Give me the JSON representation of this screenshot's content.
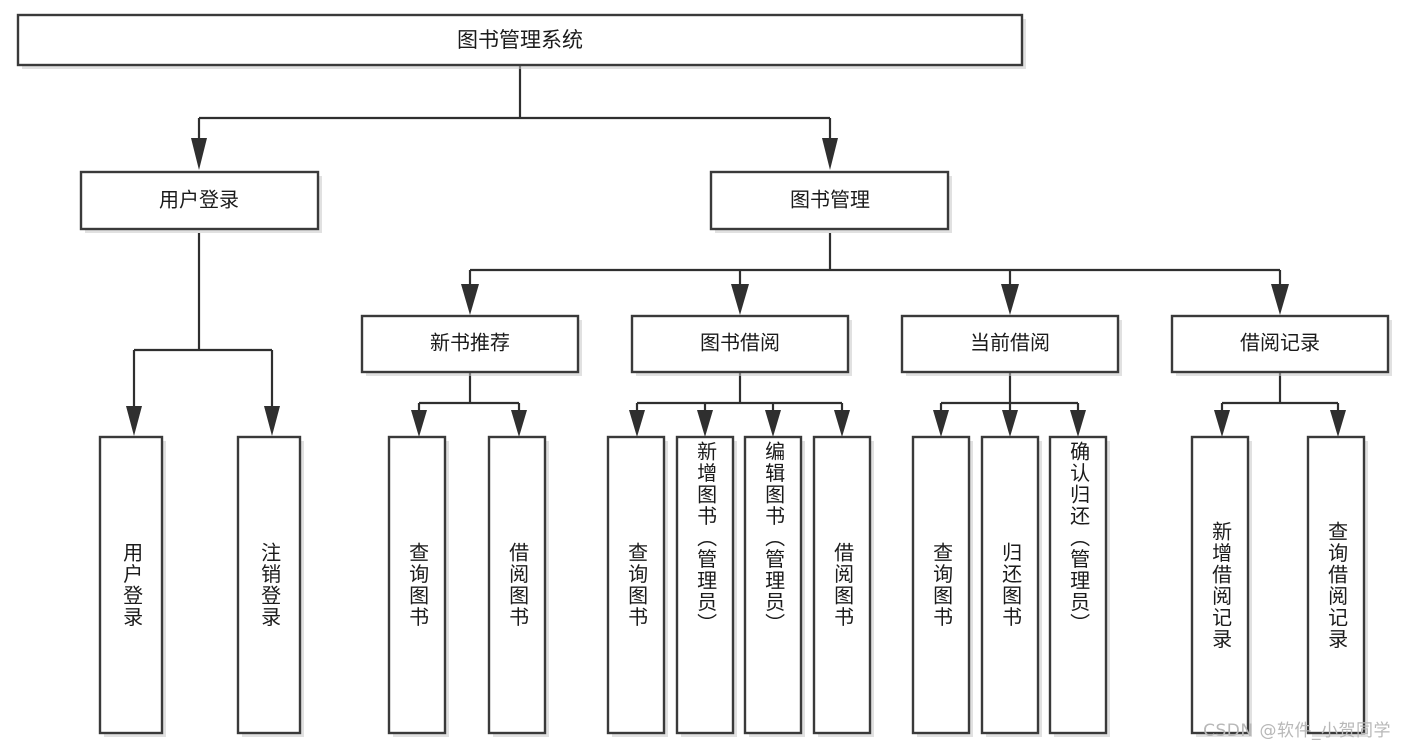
{
  "diagram": {
    "type": "tree-hierarchy-chart",
    "title_node": {
      "label": "图书管理系统"
    },
    "level2": [
      {
        "id": "user-login",
        "label": "用户登录"
      },
      {
        "id": "book-manage",
        "label": "图书管理"
      }
    ],
    "level3": [
      {
        "id": "new-book-rec",
        "label": "新书推荐",
        "parent": "book-manage"
      },
      {
        "id": "book-borrow",
        "label": "图书借阅",
        "parent": "book-manage"
      },
      {
        "id": "current-borrow",
        "label": "当前借阅",
        "parent": "book-manage"
      },
      {
        "id": "borrow-record",
        "label": "借阅记录",
        "parent": "book-manage"
      }
    ],
    "leaves": {
      "user-login": [
        {
          "id": "leaf-user-login",
          "label": "用户登录"
        },
        {
          "id": "leaf-logout-login",
          "label": "注销登录"
        }
      ],
      "new-book-rec": [
        {
          "id": "leaf-query-book-1",
          "label": "查询图书"
        },
        {
          "id": "leaf-borrow-book-1",
          "label": "借阅图书"
        }
      ],
      "book-borrow": [
        {
          "id": "leaf-query-book-2",
          "label": "查询图书"
        },
        {
          "id": "leaf-add-book-admin",
          "label": "新增图书（管理员）"
        },
        {
          "id": "leaf-edit-book-admin",
          "label": "编辑图书（管理员）"
        },
        {
          "id": "leaf-borrow-book-2",
          "label": "借阅图书"
        }
      ],
      "current-borrow": [
        {
          "id": "leaf-query-book-3",
          "label": "查询图书"
        },
        {
          "id": "leaf-return-book",
          "label": "归还图书"
        },
        {
          "id": "leaf-confirm-return-admin",
          "label": "确认归还（管理员）"
        }
      ],
      "borrow-record": [
        {
          "id": "leaf-add-borrow-record",
          "label": "新增借阅记录"
        },
        {
          "id": "leaf-query-borrow-record",
          "label": "查询借阅记录"
        }
      ]
    },
    "colors": {
      "box_stroke": "#3a3a3a",
      "box_fill": "#ffffff",
      "connector": "#2f2f2f",
      "text": "#1b1b1b",
      "background": "#ffffff",
      "watermark": "#b8b8b8"
    }
  },
  "watermark": {
    "text": "CSDN @软件_小贺同学"
  }
}
